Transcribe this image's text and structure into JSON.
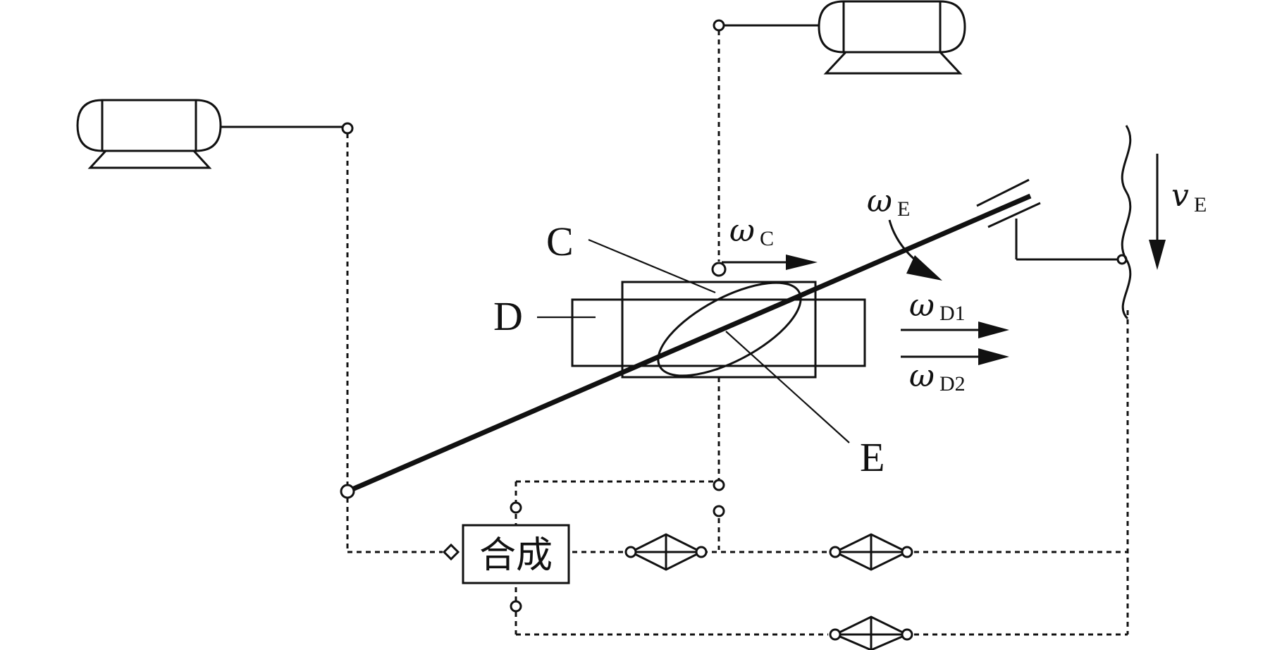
{
  "labels": {
    "C": "C",
    "D": "D",
    "E": "E",
    "omega": "ω",
    "omega_C_sub": "C",
    "omega_E_sub": "E",
    "omega_D1_sub": "D1",
    "omega_D2_sub": "D2",
    "v": "v",
    "v_E_sub": "E",
    "synthesis_box": "合成"
  }
}
